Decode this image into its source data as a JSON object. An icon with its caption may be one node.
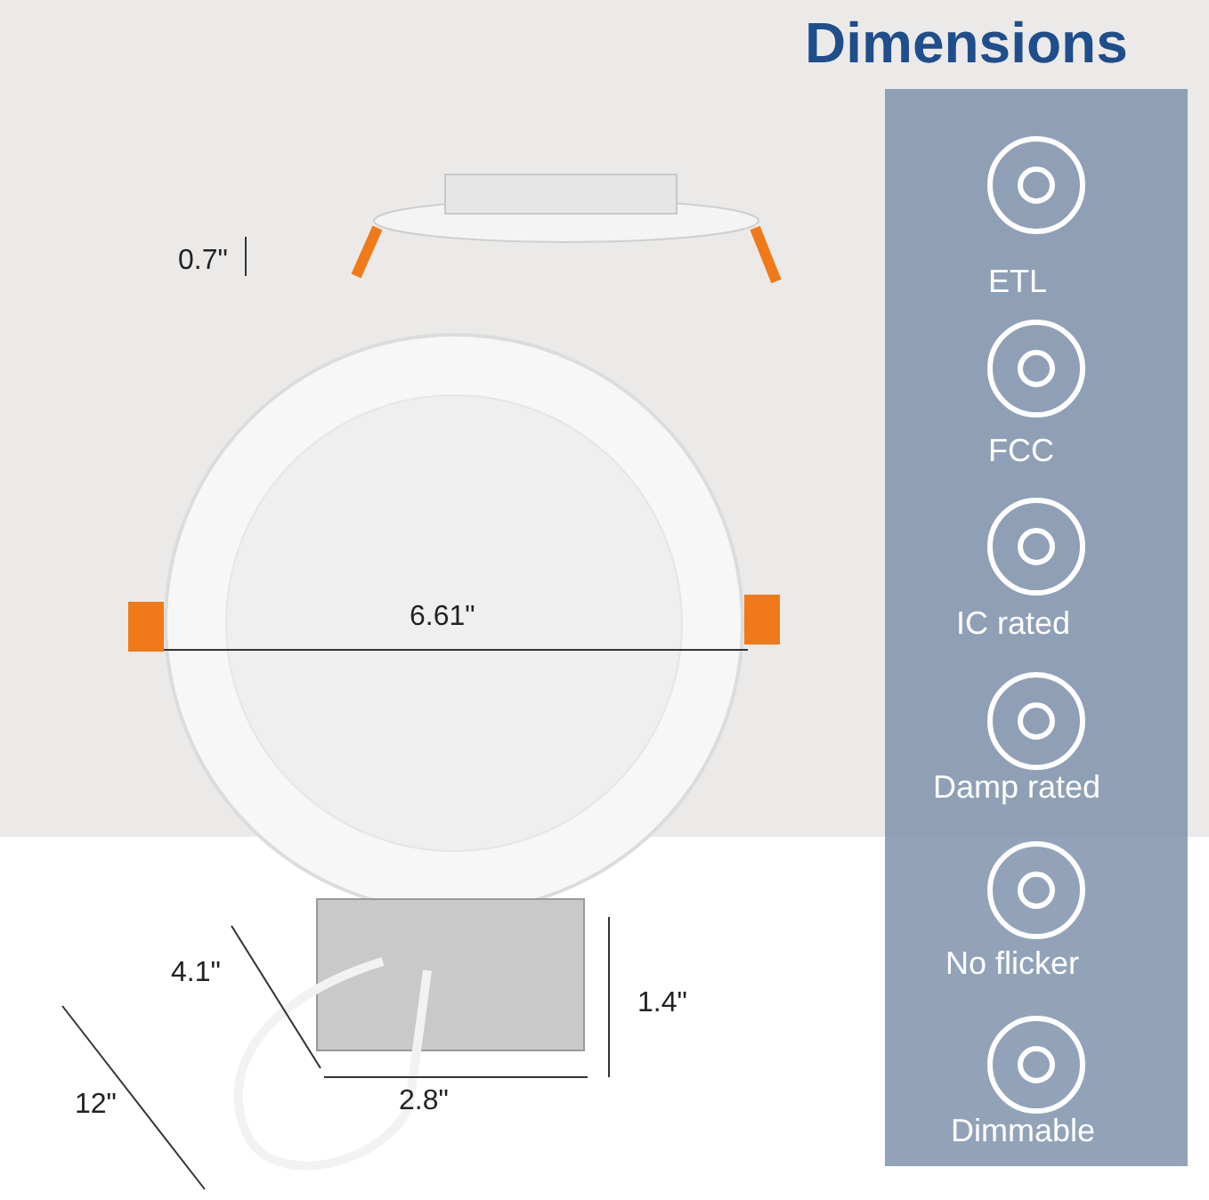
{
  "diagram": {
    "title": "Dimensions",
    "labels": [
      "0.7\"",
      "6.61\"",
      "4.1\"",
      "1.4\"",
      "2.8\"",
      "12\"",
      "ETL",
      "FCC",
      "IC rated",
      "Damp rated",
      "No flicker",
      "Dimmable"
    ]
  }
}
